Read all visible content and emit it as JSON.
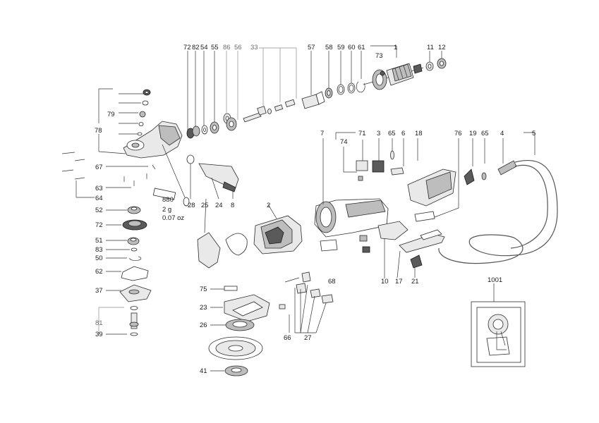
{
  "labels": {
    "p72": "72",
    "p82": "82",
    "p54": "54",
    "p55": "55",
    "p86": "86",
    "p56": "56",
    "p33": "33",
    "p57": "57",
    "p58": "58",
    "p59": "59",
    "p60": "60",
    "p61": "61",
    "p1": "1",
    "p73": "73",
    "p11": "11",
    "p12": "12",
    "p79": "79",
    "p78": "78",
    "p67": "67",
    "p63": "63",
    "p64": "64",
    "p52": "52",
    "p72b": "72",
    "p51": "51",
    "p83": "83",
    "p50": "50",
    "p62": "62",
    "p37": "37",
    "p81": "81",
    "p39": "39",
    "p880": "880",
    "p2g": "2 g",
    "p007": "0.07 oz",
    "p28": "28",
    "p25": "25",
    "p24": "24",
    "p8": "8",
    "p2": "2",
    "p7": "7",
    "p71": "71",
    "p3": "3",
    "p65": "65",
    "p6": "6",
    "p74": "74",
    "p18": "18",
    "p76": "76",
    "p19": "19",
    "p65b": "65",
    "p4": "4",
    "p5": "5",
    "p68": "68",
    "p10": "10",
    "p17": "17",
    "p21": "21",
    "p75": "75",
    "p23": "23",
    "p26": "26",
    "p41": "41",
    "p66": "66",
    "p27": "27",
    "p1001": "1001"
  }
}
